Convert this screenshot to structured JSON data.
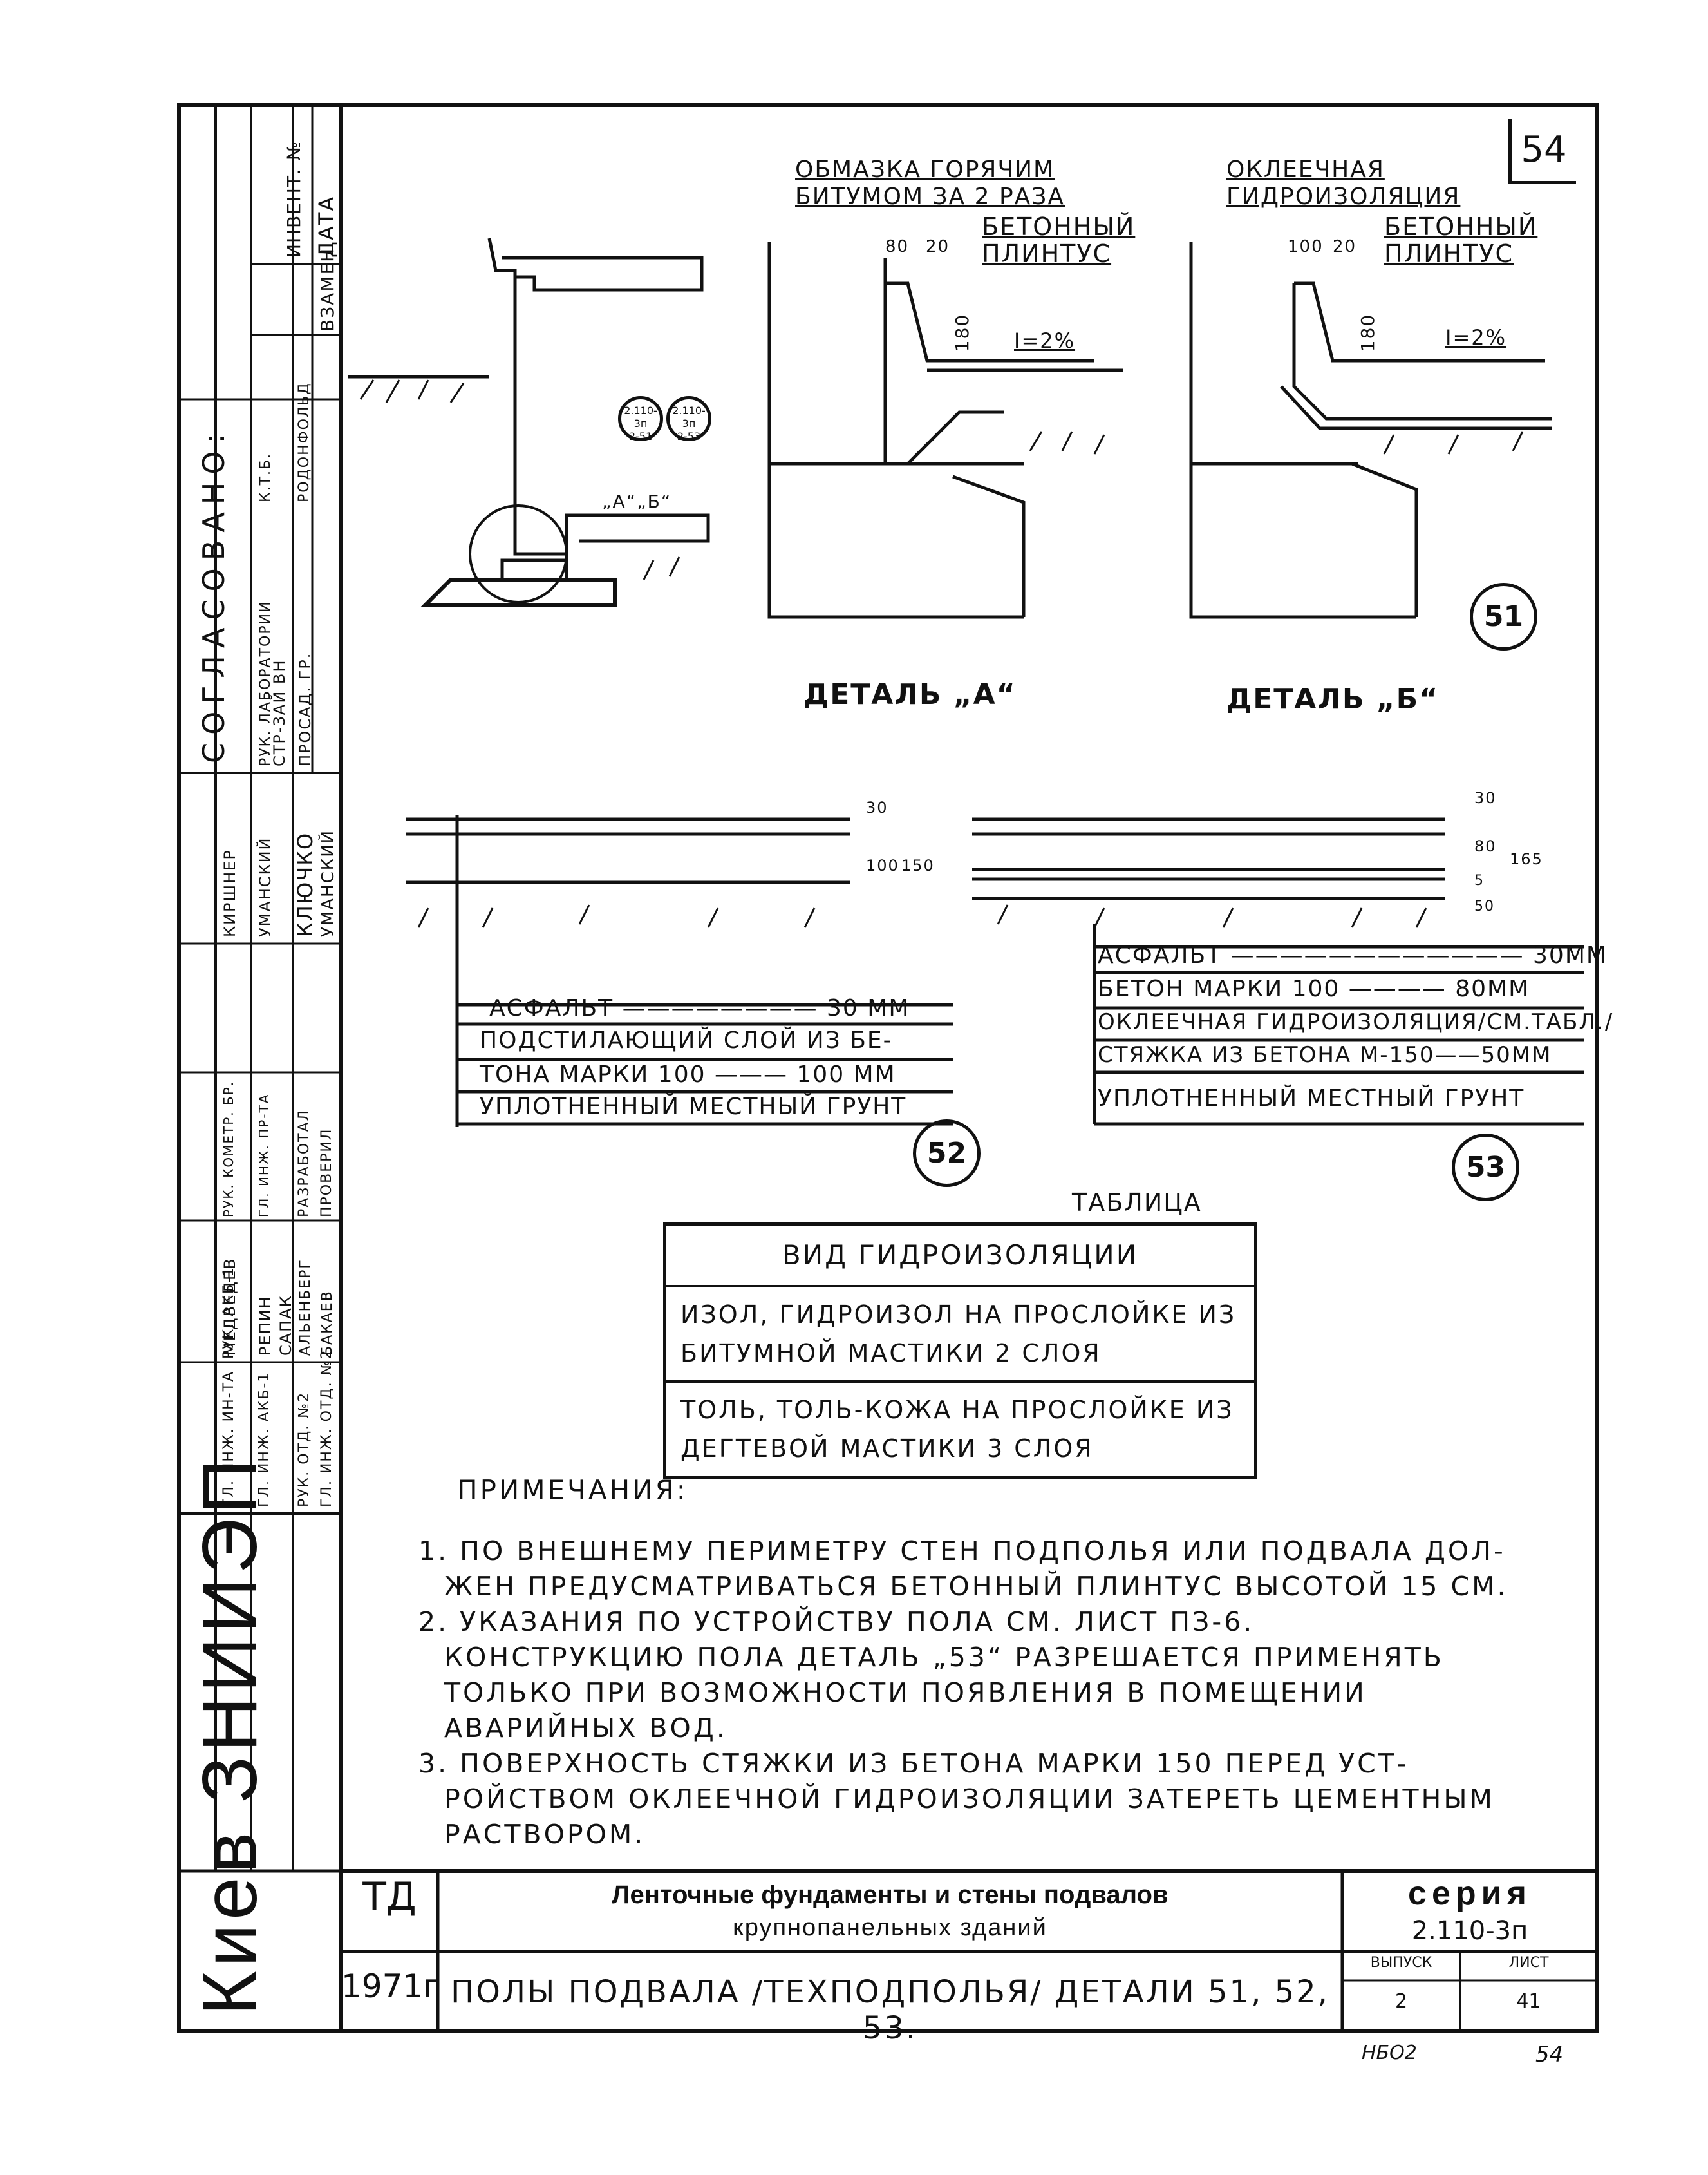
{
  "sheet_number_top": "54",
  "detail_a": {
    "note_coat": [
      "ОБМАЗКА ГОРЯЧИМ",
      "БИТУМОМ ЗА 2 РАЗА"
    ],
    "plinth": [
      "БЕТОННЫЙ",
      "ПЛИНТУС"
    ],
    "dims": [
      "80",
      "20",
      "180"
    ],
    "slope": "i=2%",
    "caption": "ДЕТАЛЬ „А“"
  },
  "detail_b": {
    "note_glue": [
      "ОКЛЕЕЧНАЯ",
      "ГИДРОИЗОЛЯЦИЯ"
    ],
    "plinth": [
      "БЕТОННЫЙ",
      "ПЛИНТУС"
    ],
    "dims": [
      "100",
      "20",
      "180"
    ],
    "slope": "i=2%",
    "caption": "ДЕТАЛЬ „Б“"
  },
  "section_refs": {
    "left": [
      "2.110-3п",
      "2-51"
    ],
    "right": [
      "2.110-3п",
      "2-53"
    ],
    "detail_mark": "„А“„Б“"
  },
  "circle_51": "51",
  "circle_52": "52",
  "circle_53": "53",
  "floor_52": {
    "dims": [
      "30",
      "100",
      "150"
    ],
    "layers": [
      "АСФАЛЬТ ———————— 30 мм",
      "ПОДСТИЛАЮЩИЙ СЛОЙ ИЗ БЕ-",
      "ТОНА МАРКИ 100 ——— 100 мм",
      "УПЛОТНЕННЫЙ МЕСТНЫЙ ГРУНТ"
    ]
  },
  "floor_53": {
    "dims": [
      "30",
      "80",
      "5",
      "50",
      "165"
    ],
    "layers": [
      "АСФАЛЬТ ———————————— 30мм",
      "БЕТОН МАРКИ 100 ———— 80мм",
      "ОКЛЕЕЧНАЯ ГИДРОИЗОЛЯЦИЯ/см.табл./",
      "СТЯЖКА ИЗ БЕТОНА М-150——50мм",
      "УПЛОТНЕННЫЙ МЕСТНЫЙ ГРУНТ"
    ]
  },
  "table": {
    "caption": "ТАБЛИЦА",
    "header": "ВИД ГИДРОИЗОЛЯЦИИ",
    "rows": [
      [
        "ИЗОЛ, ГИДРОИЗОЛ НА ПРОСЛОЙКЕ ИЗ",
        "БИТУМНОЙ МАСТИКИ 2 СЛОЯ"
      ],
      [
        "ТОЛЬ, ТОЛЬ-КОЖА НА ПРОСЛОЙКЕ ИЗ",
        "ДЕГТЕВОЙ МАСТИКИ 3 СЛОЯ"
      ]
    ]
  },
  "notes": {
    "title": "ПРИМЕЧАНИЯ:",
    "items": [
      "1. ПО ВНЕШНЕМУ ПЕРИМЕТРУ СТЕН ПОДПОЛЬЯ ИЛИ ПОДВАЛА ДОЛ-",
      "ЖЕН ПРЕДУСМАТРИВАТЬСЯ БЕТОННЫЙ ПЛИНТУС ВЫСОТОЙ 15 СМ.",
      "2. УКАЗАНИЯ ПО УСТРОЙСТВУ ПОЛА СМ. ЛИСТ ПЗ-6.",
      "КОНСТРУКЦИЮ ПОЛА ДЕТАЛЬ „53“ РАЗРЕШАЕТСЯ ПРИМЕНЯТЬ",
      "ТОЛЬКО ПРИ ВОЗМОЖНОСТИ ПОЯВЛЕНИЯ В ПОМЕЩЕНИИ",
      "АВАРИЙНЫХ ВОД.",
      "3. ПОВЕРХНОСТЬ СТЯЖКИ ИЗ БЕТОНА МАРКИ 150 ПЕРЕД УСТ-",
      "РОЙСТВОМ ОКЛЕЕЧНОЙ ГИДРОИЗОЛЯЦИИ ЗАТЕРЕТЬ ЦЕМЕНТНЫМ",
      "РАСТВОРОМ."
    ]
  },
  "title_block": {
    "td": "ТД",
    "year": "1971г",
    "title_line1": "Ленточные фундаменты и стены подвалов",
    "title_line2": "крупнопанельных зданий",
    "subtitle": "ПОЛЫ ПОДВАЛА /ТЕХПОДПОЛЬЯ/ ДЕТАЛИ 51, 52, 53.",
    "series_label": "серия",
    "series_value": "2.110-3п",
    "issue_label": "выпуск",
    "issue_value": "2",
    "sheet_label": "лист",
    "sheet_value": "41"
  },
  "footer": {
    "code": "НБО2",
    "page": "54"
  },
  "side_stamp": {
    "org": "Киев ЗНИИЭП",
    "agreed": "СОГЛАСОВАНО:",
    "date": "ДАТА",
    "inv": "ИНВЕНТ. №",
    "replace": "ВЗАМЕН",
    "roles": [
      "ГЛ. ИНЖ. ИН-ТА",
      "РУК. АКБ-1",
      "ГЛ. ИНЖ. АКБ-1",
      "РУК. ОТД. №2",
      "ГЛ. ИНЖ. ОТД. №2"
    ],
    "names_1": [
      "МЕДВЕДЕВ",
      "РЕПИН",
      "САПАК",
      "АЛЬЕНБЕРГ",
      "БАКАЕВ"
    ],
    "roles_2": [
      "РУК. КОМЕТР. БР.",
      "ГЛ. ИНЖ. ПР-ТА",
      "РАЗРАБОТАЛ",
      "ПРОВЕРИЛ"
    ],
    "names_2": [
      "КИРШНЕР",
      "УМАНСКИЙ",
      "КЛЮЧКО",
      "УМАНСКИЙ"
    ],
    "agree_cols": [
      "РУК. ЛАБОРАТОРИИ",
      "СТР-ЗАЙ ВН",
      "ПРОСАД. ГР."
    ],
    "agree_cols_2": [
      "К.Т.Б.",
      "РОДОНФОЛЬД"
    ]
  }
}
